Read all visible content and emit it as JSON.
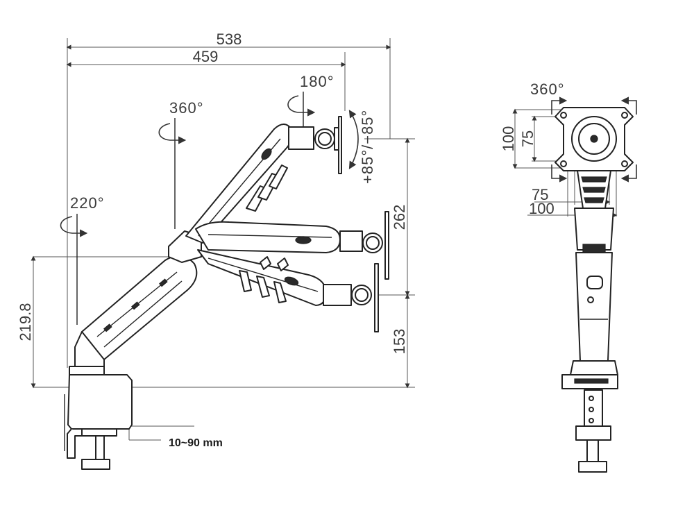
{
  "dimensions": {
    "overall_length": "538",
    "arm_reach": "459",
    "height_range": "262",
    "low_height": "153",
    "pole_height": "219.8",
    "clamp_range": "10~90 mm",
    "vesa_vertical_100": "100",
    "vesa_vertical_75": "75",
    "vesa_horizontal_75": "75",
    "vesa_horizontal_100": "100"
  },
  "rotations": {
    "base_swivel": "220°",
    "arm_swivel": "360°",
    "head_swivel": "180°",
    "tilt": "+85°/−85°",
    "plate_rotation": "360°"
  }
}
